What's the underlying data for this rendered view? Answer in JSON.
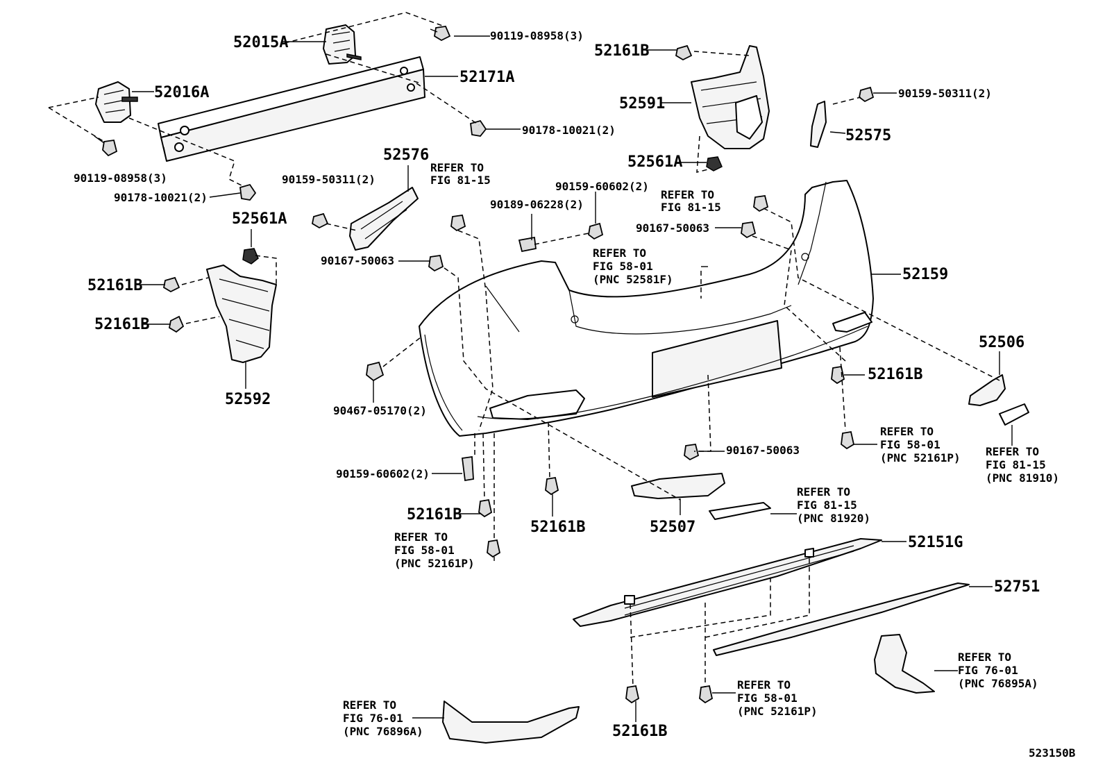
{
  "diagram": {
    "figure_code": "523150B",
    "labels": {
      "p52015A": "52015A",
      "p52016A": "52016A",
      "p52171A": "52171A",
      "p90119_top": "90119-08958(3)",
      "p90119_left": "90119-08958(3)",
      "p90178_top": "90178-10021(2)",
      "p90178_left": "90178-10021(2)",
      "p52576": "52576",
      "p90159_50311_left": "90159-50311(2)",
      "p52561A_left": "52561A",
      "p52161B_l1": "52161B",
      "p52161B_l2": "52161B",
      "p52592": "52592",
      "p90167_a": "90167-50063",
      "p90467": "90467-05170(2)",
      "p90159_60602_left": "90159-60602(2)",
      "p52161B_bl": "52161B",
      "p52161B_bm": "52161B",
      "p90189": "90189-06228(2)",
      "p90159_60602_top": "90159-60602(2)",
      "p52161B_top": "52161B",
      "p52591": "52591",
      "p52561A_right": "52561A",
      "p90159_50311_right": "90159-50311(2)",
      "p52575": "52575",
      "p90167_b": "90167-50063",
      "p52159": "52159",
      "p52161B_r": "52161B",
      "p52506": "52506",
      "p90167_c": "90167-50063",
      "p52507": "52507",
      "p52151G": "52151G",
      "p52751": "52751",
      "p52161B_bottom": "52161B"
    },
    "references": {
      "r1": [
        "REFER TO",
        "FIG 81-15"
      ],
      "r2": [
        "REFER TO",
        "FIG 81-15"
      ],
      "r3": [
        "REFER TO",
        "FIG 58-01",
        "(PNC 52581F)"
      ],
      "r4": [
        "REFER TO",
        "FIG 58-01",
        "(PNC 52161P)"
      ],
      "r5": [
        "REFER TO",
        "FIG 58-01",
        "(PNC 52161P)"
      ],
      "r6": [
        "REFER TO",
        "FIG 81-15",
        "(PNC 81910)"
      ],
      "r7": [
        "REFER TO",
        "FIG 81-15",
        "(PNC 81920)"
      ],
      "r8": [
        "REFER TO",
        "FIG 76-01",
        "(PNC 76895A)"
      ],
      "r9": [
        "REFER TO",
        "FIG 58-01",
        "(PNC 52161P)"
      ],
      "r10": [
        "REFER TO",
        "FIG 76-01",
        "(PNC 76896A)"
      ]
    }
  }
}
